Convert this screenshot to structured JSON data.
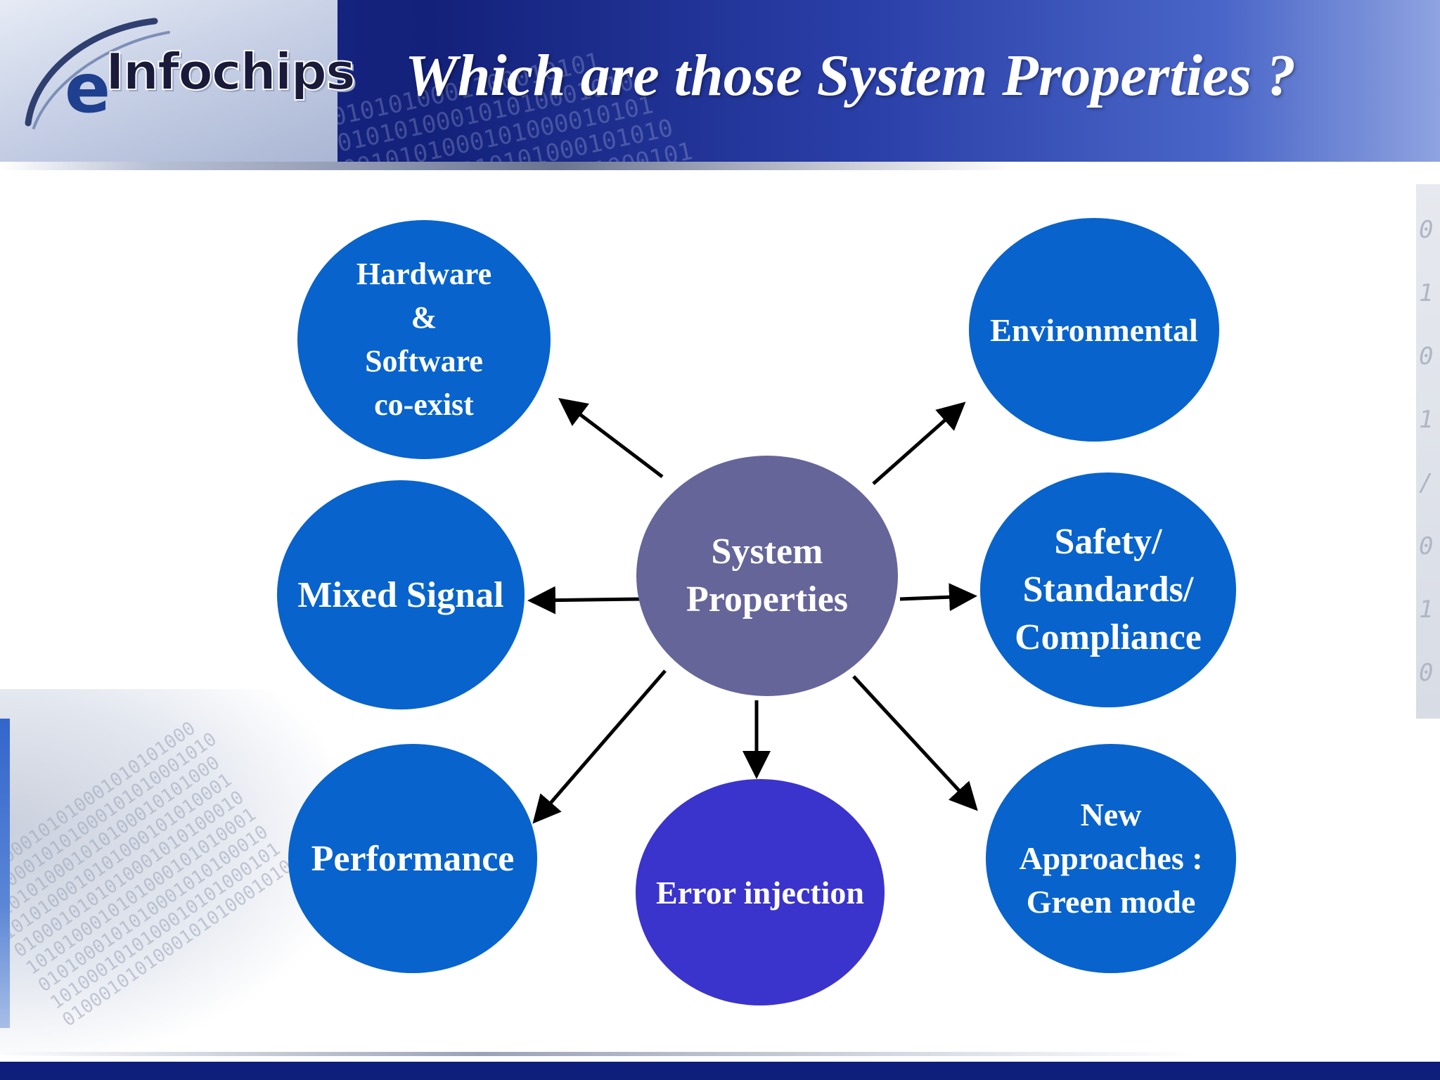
{
  "header": {
    "logo_text": "eInfochips",
    "logo_e": "e",
    "logo_word": "Infochips",
    "title": "Which are those System Properties ?"
  },
  "diagram": {
    "center": {
      "label": "System\nProperties"
    },
    "nodes": {
      "hardware_software": "Hardware\n&\nSoftware\nco-exist",
      "environmental": "Environmental",
      "mixed_signal": "Mixed Signal",
      "safety": "Safety/\nStandards/\nCompliance",
      "performance": "Performance",
      "error_injection": "Error injection",
      "new_approaches": "New\nApproaches :\nGreen mode"
    },
    "colors": {
      "leaf_fill": "#0863cc",
      "center_fill": "#65659a",
      "error_fill": "#3a33cc",
      "arrow": "#000000",
      "header_blue": "#13217a"
    }
  }
}
